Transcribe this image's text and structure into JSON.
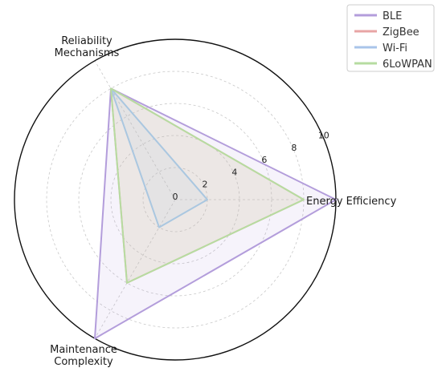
{
  "chart_data": {
    "type": "radar",
    "axes": [
      "Energy Efficiency",
      "Reliability\nMechanisms",
      "Maintenance\nComplexity"
    ],
    "rlim": [
      0,
      10
    ],
    "rticks": [
      "0",
      "2",
      "4",
      "6",
      "8",
      "10"
    ],
    "grid": true,
    "legend_position": "top-right",
    "series": [
      {
        "name": "BLE",
        "values": [
          10,
          8,
          10
        ],
        "color": "#b39ddb"
      },
      {
        "name": "ZigBee",
        "values": [
          8,
          8,
          6
        ],
        "color": "#e8a4a4"
      },
      {
        "name": "Wi-Fi",
        "values": [
          2,
          8,
          2
        ],
        "color": "#a9c4ea"
      },
      {
        "name": "6LoWPAN",
        "values": [
          8,
          8,
          6
        ],
        "color": "#b6dca0"
      }
    ]
  }
}
